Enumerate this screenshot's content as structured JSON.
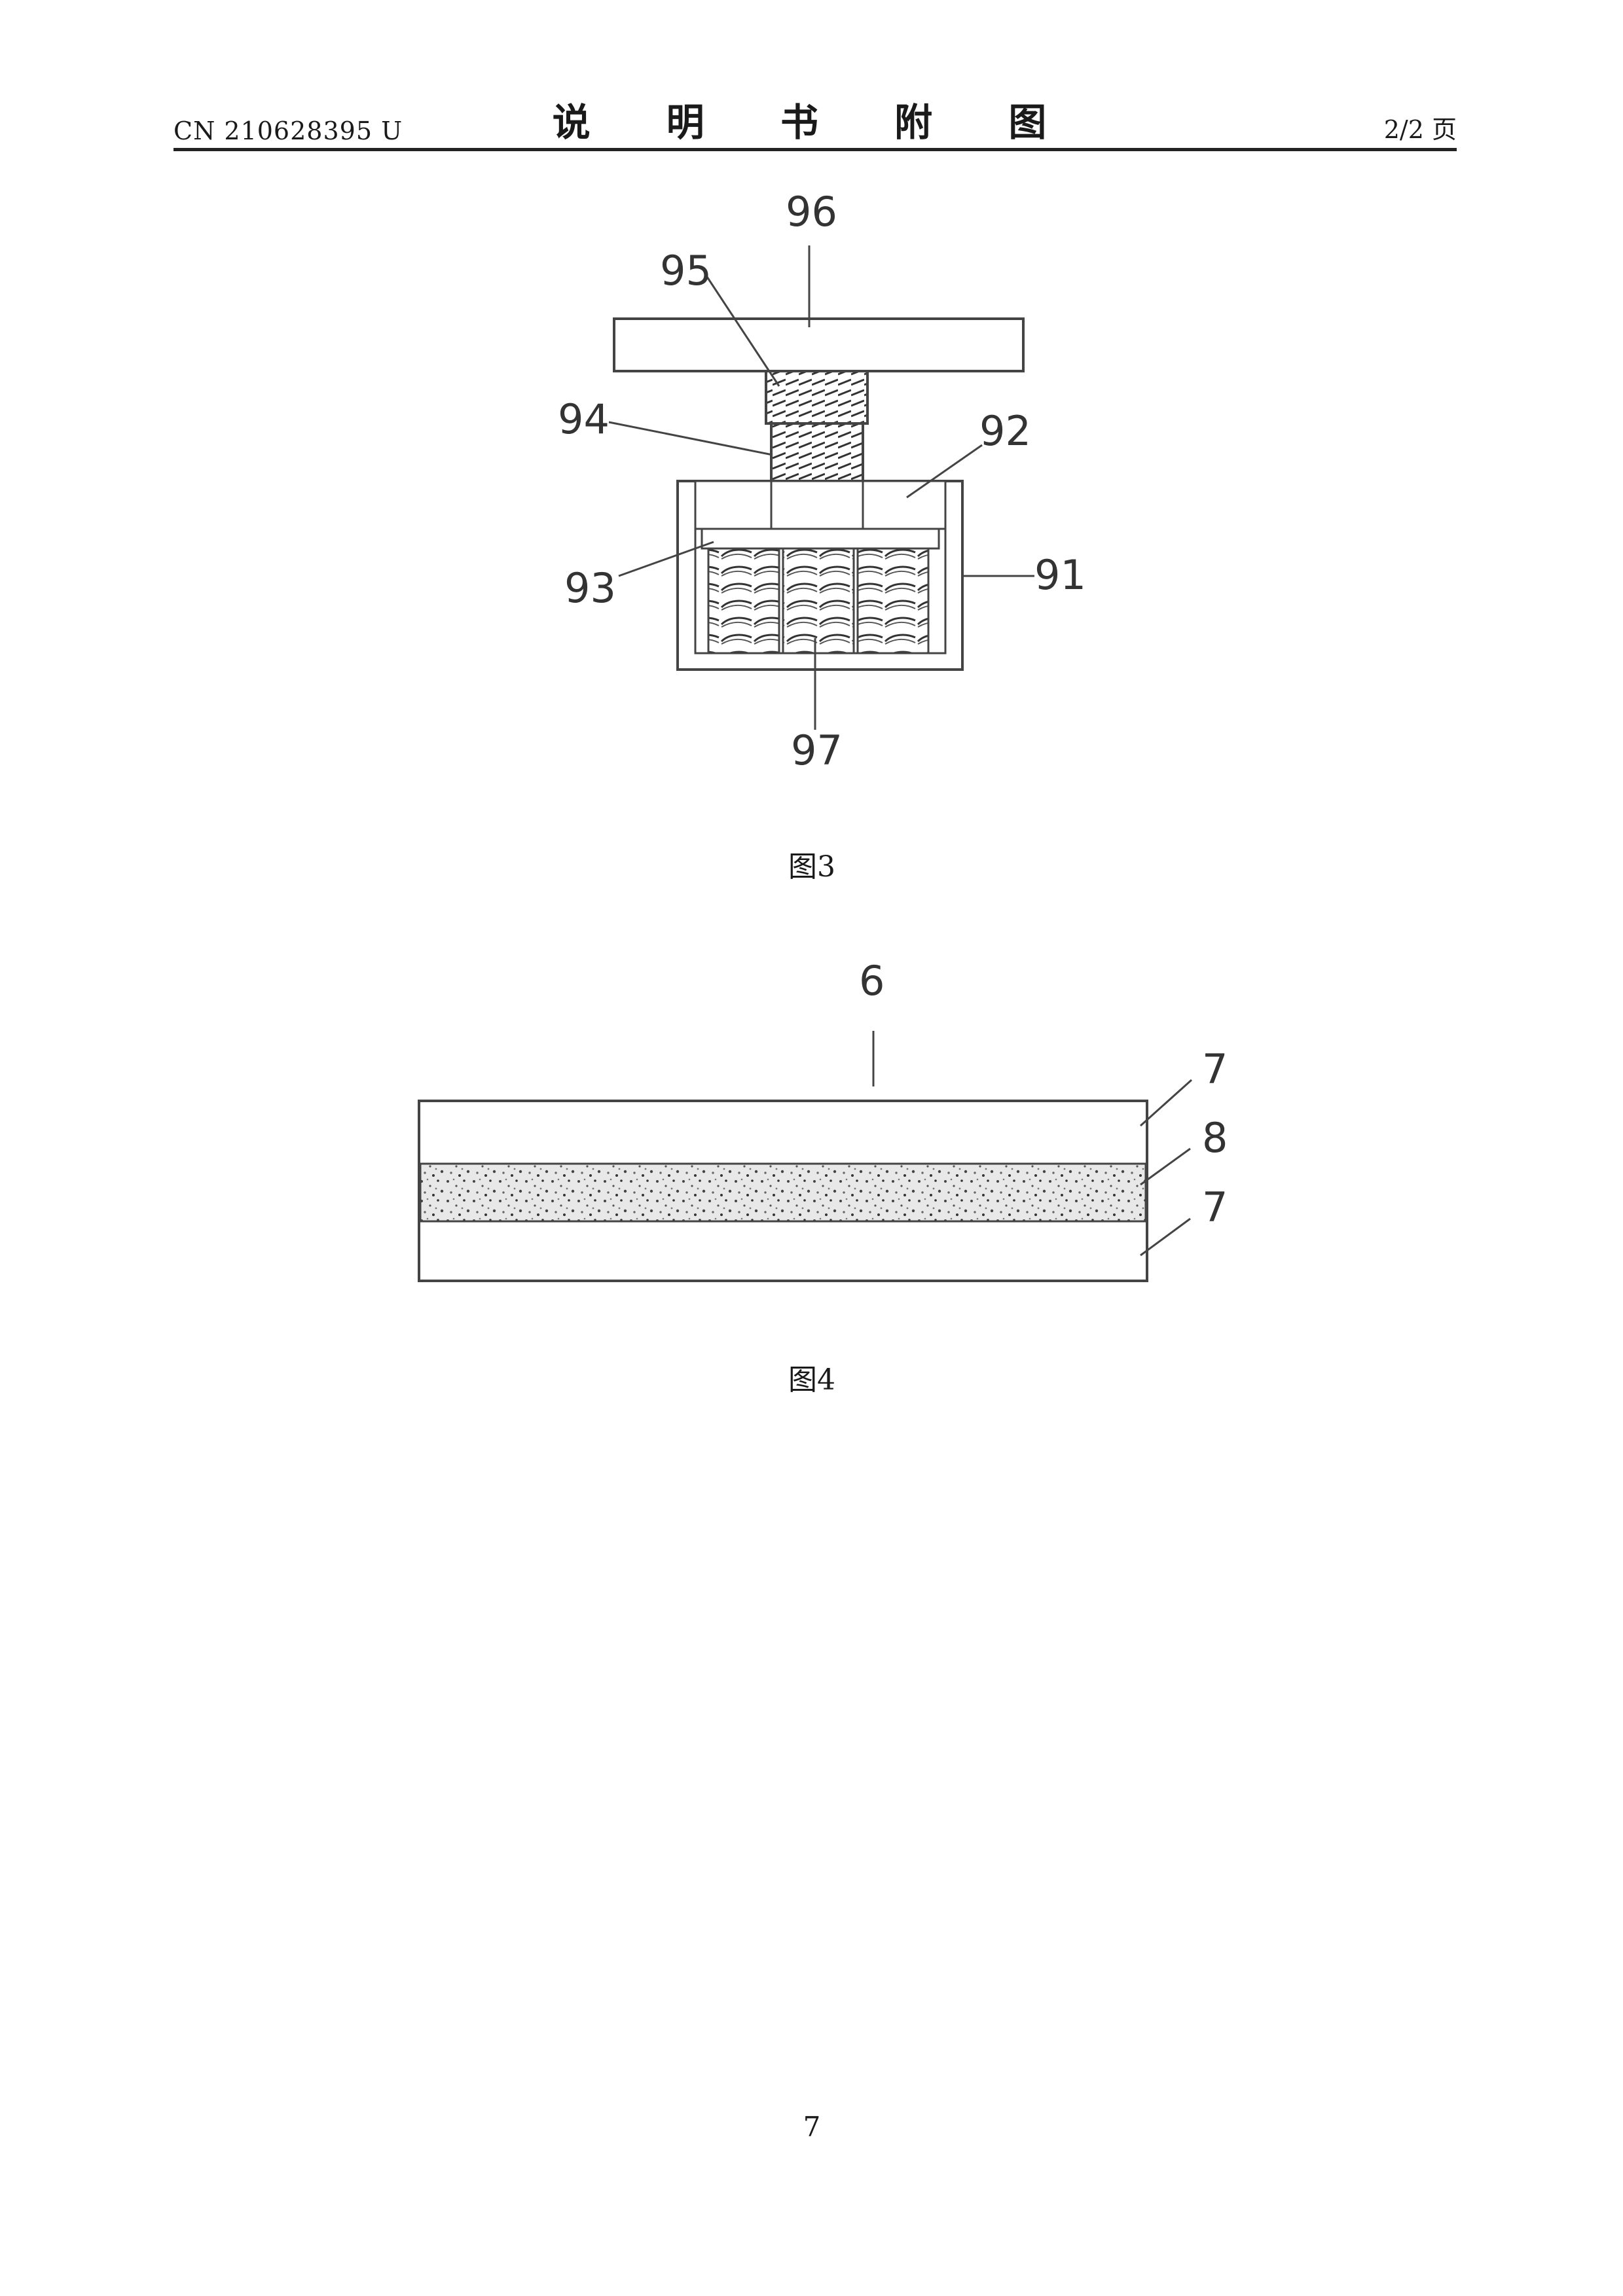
{
  "header": {
    "doc_number": "CN 210628395 U",
    "title": "说 明 书 附 图",
    "page_of": "2/2 页"
  },
  "figure3": {
    "caption": "图3",
    "labels": {
      "l96": "96",
      "l95": "95",
      "l94": "94",
      "l92": "92",
      "l93": "93",
      "l91": "91",
      "l97": "97"
    }
  },
  "figure4": {
    "caption": "图4",
    "labels": {
      "l6": "6",
      "l7a": "7",
      "l8": "8",
      "l7b": "7"
    }
  },
  "footer": {
    "page_number": "7"
  }
}
